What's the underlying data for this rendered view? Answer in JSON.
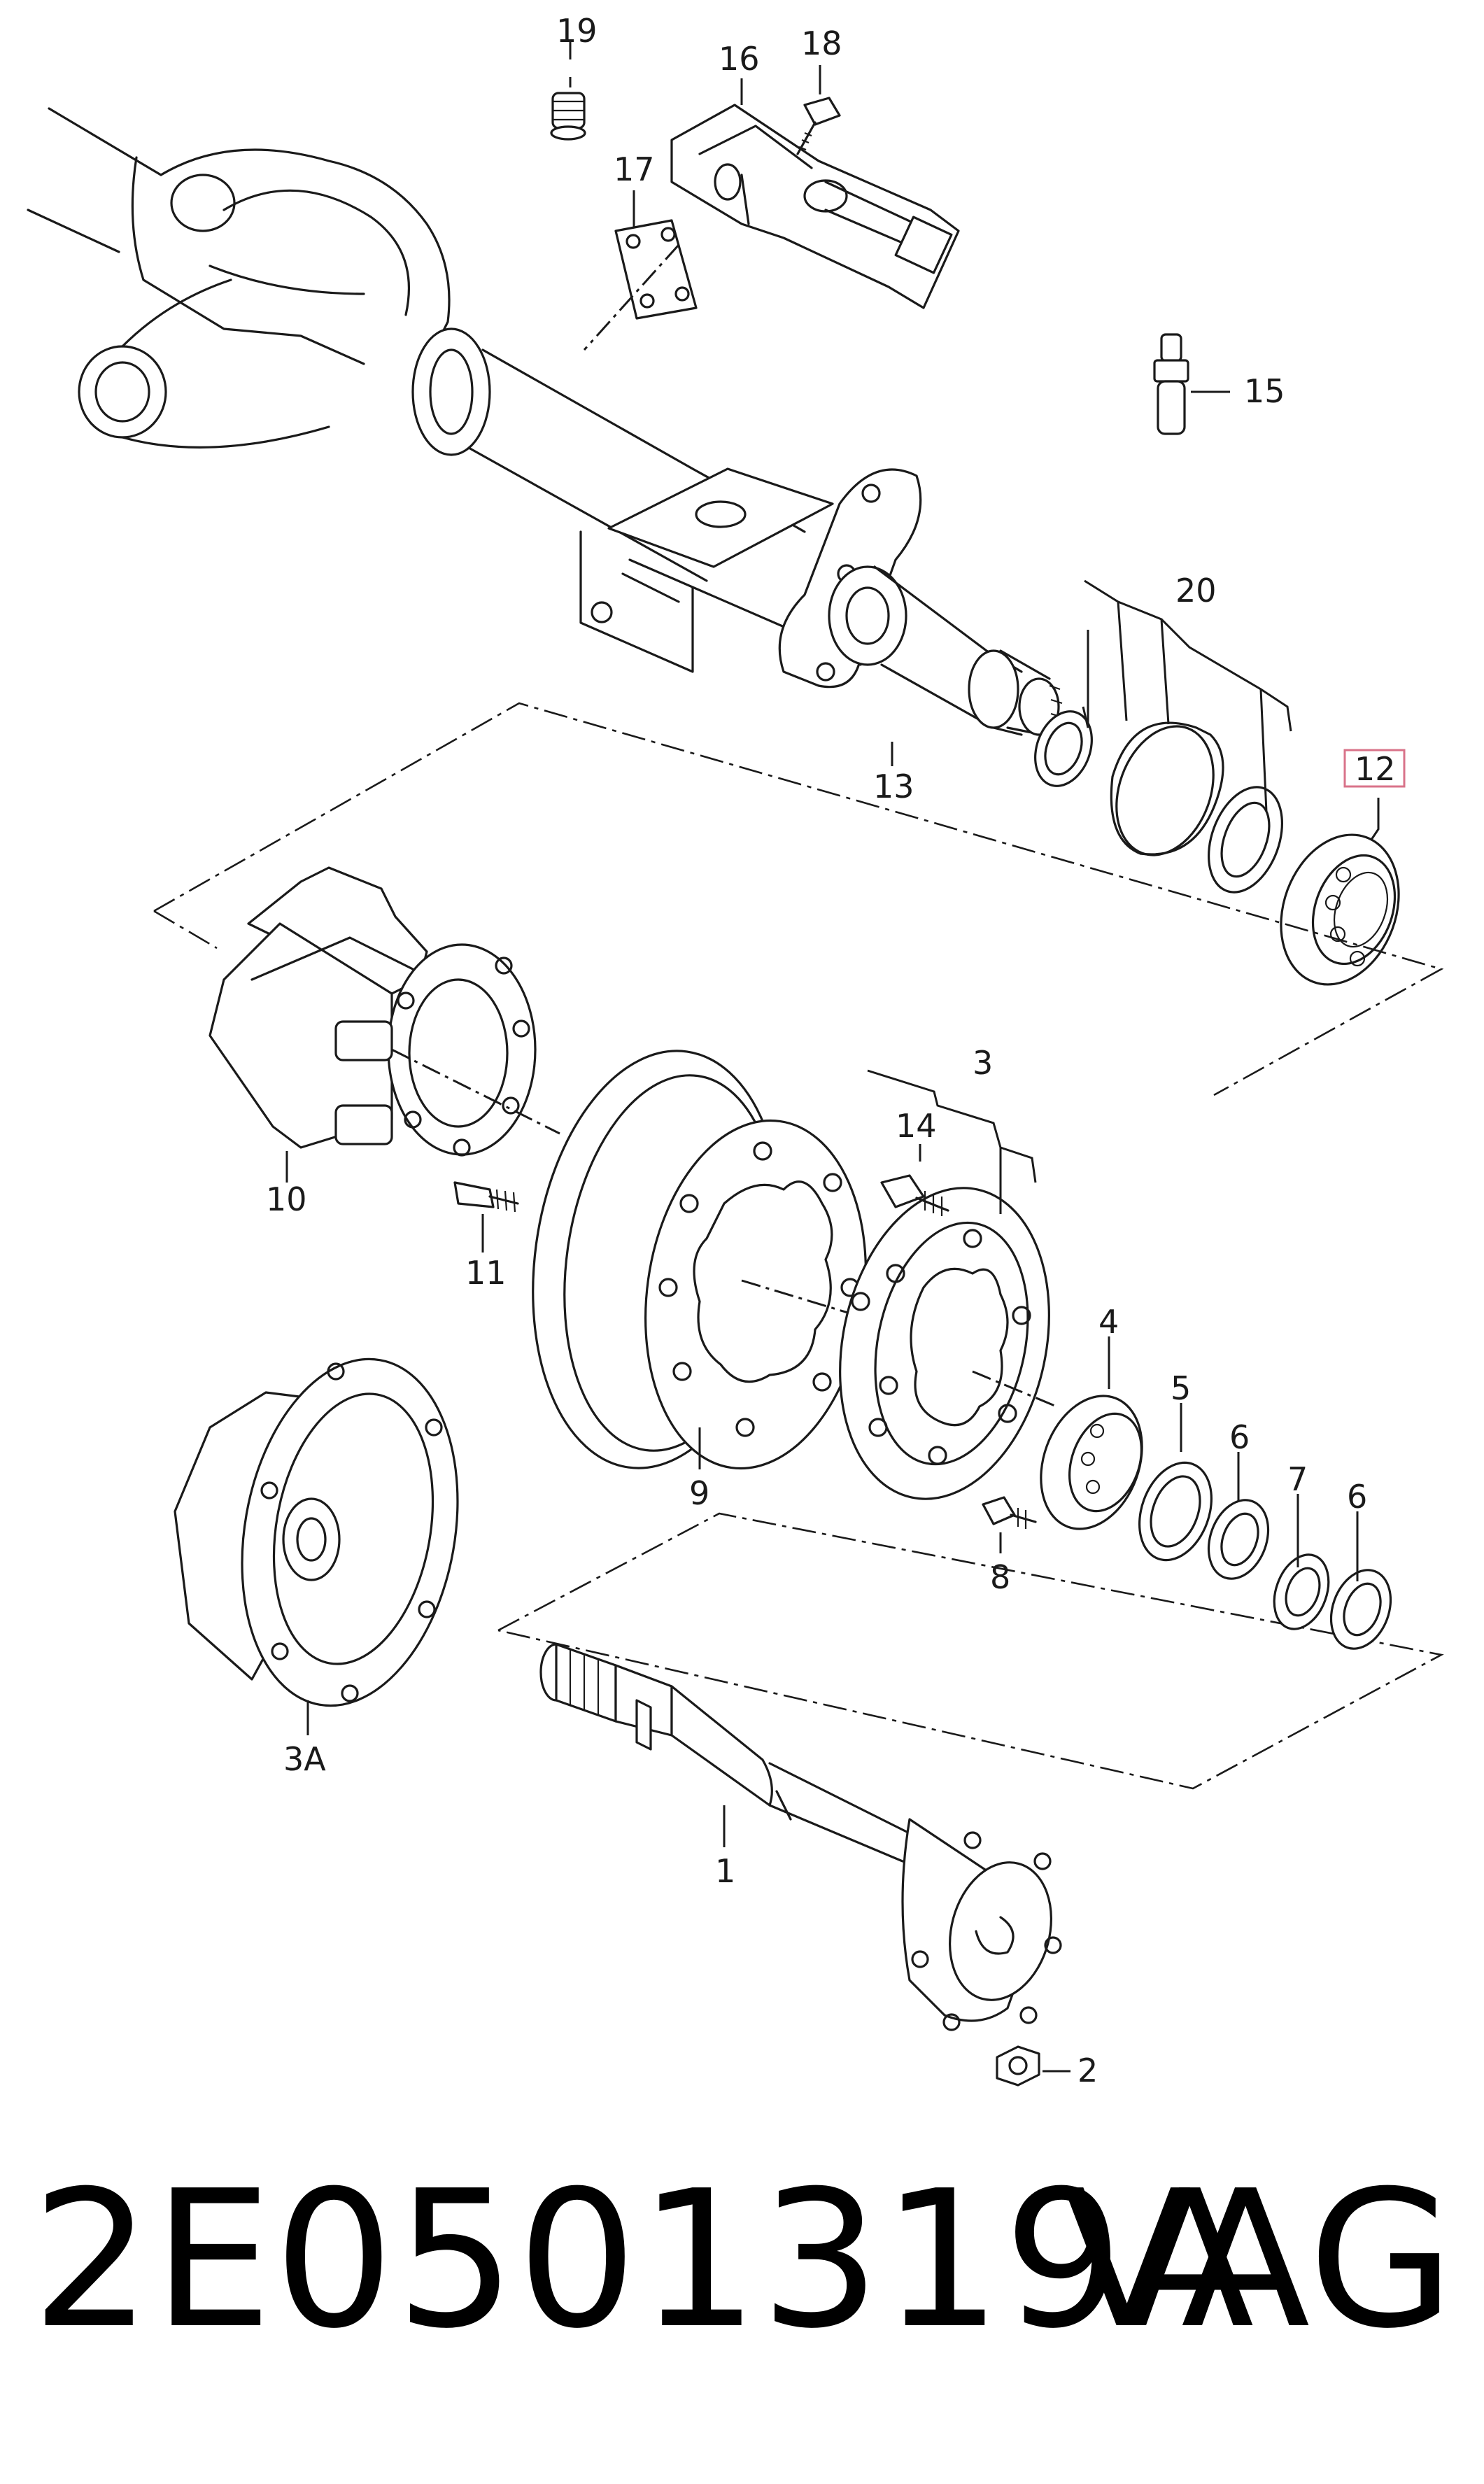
{
  "diagram": {
    "callouts": {
      "c19": "19",
      "c16": "16",
      "c18": "18",
      "c17": "17",
      "c15": "15",
      "c20": "20",
      "c12": "12",
      "c13": "13",
      "c3": "3",
      "c14": "14",
      "c10": "10",
      "c11": "11",
      "c4": "4",
      "c5": "5",
      "c6a": "6",
      "c7": "7",
      "c6b": "6",
      "c9": "9",
      "c8": "8",
      "c3a": "3A",
      "c1": "1",
      "c2": "2"
    },
    "highlighted_part": "12",
    "highlight_color": "#d9738a"
  },
  "caption": {
    "part_number": "2E0501319A",
    "brand": "VAG"
  }
}
